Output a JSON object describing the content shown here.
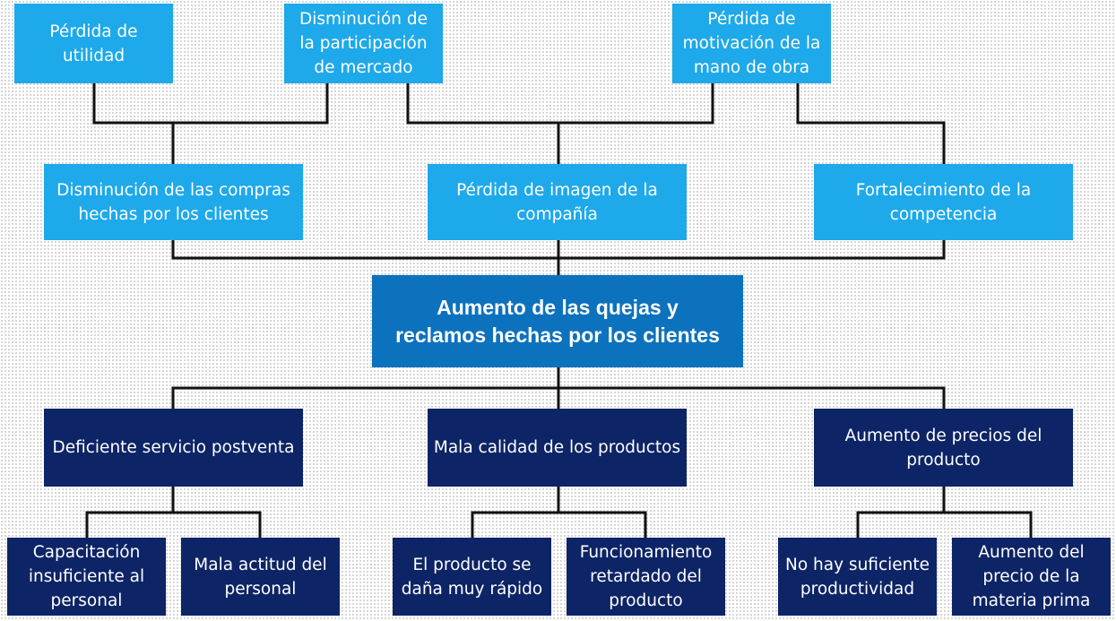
{
  "central_problem": "Aumento de las quejas y reclamos hechas por los clientes",
  "effects_top": [
    "Pérdida de utilidad",
    "Disminución de la participación de mercado",
    "Pérdida de motivación de la mano de obra"
  ],
  "effects": [
    "Disminución de las compras hechas por los clientes",
    "Pérdida de imagen de la compañía",
    "Fortalecimiento de la competencia"
  ],
  "causes": [
    "Deficiente servicio postventa",
    "Mala calidad de los productos",
    "Aumento de precios del producto"
  ],
  "sub_causes": [
    "Capacitación insuficiente al personal",
    "Mala actitud del personal",
    "El producto se daña muy rápido",
    "Funcionamiento retardado del producto",
    "No hay suficiente productividad",
    "Aumento del precio de la materia prima"
  ],
  "colors": {
    "effect_box": "#1ea9ea",
    "central_box": "#0c72bd",
    "cause_box": "#0d2466",
    "connector": "#111111"
  }
}
